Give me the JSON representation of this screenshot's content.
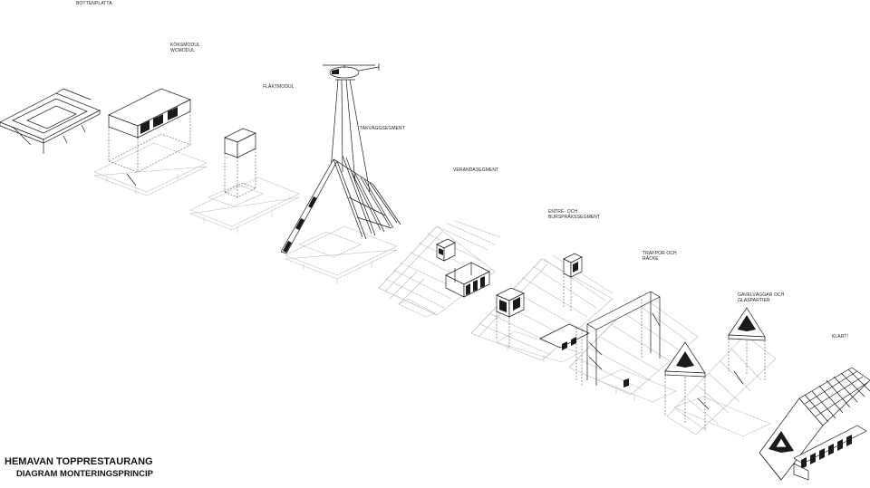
{
  "labels": {
    "bottenplatta": "BOTTENPLATTA",
    "koksmodul": "KÖKSMODUL",
    "wcmodul": "WCMODUL",
    "flaktmodul": "FLÄKTMODUL",
    "takvaggsegment": "TAKVÄGGSEGMENT",
    "verandasegment": "VERANDASEGMENT",
    "entre_line1": "ENTRÉ- OCH",
    "entre_line2": "BURSPRÅKSSEGMENT",
    "trappor_line1": "TRAPPOR OCH",
    "trappor_line2": "RÄCKE",
    "gavel_line1": "GAVELVÄGGAR OCH",
    "gavel_line2": "GLASPARTIER",
    "klart": "KLART!"
  },
  "title": {
    "line1": "HEMAVAN TOPPRESTAURANG",
    "line2": "DIAGRAM MONTERINGSPRINCIP"
  }
}
